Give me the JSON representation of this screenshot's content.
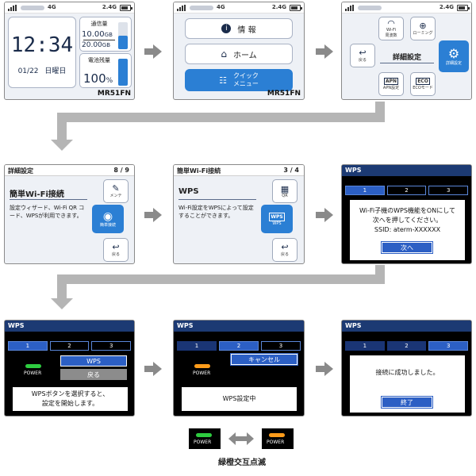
{
  "model": "MR51FN",
  "status": {
    "network": "4G",
    "band": "2.4G"
  },
  "home": {
    "time": "12:34",
    "date": "01/22",
    "weekday": "日曜日",
    "data_label": "通信量",
    "data_used": "10.00",
    "data_used_unit": "GB",
    "data_total": "20.00",
    "data_total_unit": "GB",
    "battery_label": "電池残量",
    "battery_value": "100",
    "battery_unit": "%"
  },
  "menu": {
    "info": "情 報",
    "home": "ホーム",
    "quick_line1": "クイック",
    "quick_line2": "メニュー"
  },
  "detail": {
    "center": "詳細設定",
    "wifi_line1": "Wi-Fi",
    "wifi_line2": "周波数",
    "roaming": "ローミング",
    "back": "戻る",
    "detail_btn": "詳細設定",
    "apn": "APN設定",
    "eco": "ECOモード",
    "eco_badge": "ECO",
    "apn_badge": "APN"
  },
  "wifi_easy": {
    "title": "詳細設定",
    "page": "8 / 9",
    "heading": "簡単Wi-Fi接続",
    "desc": "設定ウィザード、Wi-Fi QR コード、WPSが利用できます。",
    "maint": "メンテ",
    "easy": "簡単接続",
    "back": "戻る"
  },
  "wps_intro": {
    "title": "簡単Wi-Fi接続",
    "page": "3 / 4",
    "heading": "WPS",
    "desc": "Wi-Fi設定をWPSによって設定することができます。",
    "qr": "QR",
    "wps": "WPS",
    "wps_badge": "WPS",
    "back": "戻る"
  },
  "wps1": {
    "title": "WPS",
    "steps": [
      "1",
      "2",
      "3"
    ],
    "line1": "Wi-Fi子機のWPS機能をONにして",
    "line2": "次へを押してください。",
    "line3": "SSID: aterm-XXXXXX",
    "next": "次へ"
  },
  "wps2": {
    "title": "WPS",
    "steps": [
      "1",
      "2",
      "3"
    ],
    "power": "POWER",
    "wps_btn": "WPS",
    "back_btn": "戻る",
    "line1": "WPSボタンを選択すると、",
    "line2": "設定を開始します。"
  },
  "wps3": {
    "title": "WPS",
    "steps": [
      "1",
      "2",
      "3"
    ],
    "power": "POWER",
    "cancel": "キャンセル",
    "status": "WPS設定中"
  },
  "wps4": {
    "title": "WPS",
    "steps": [
      "1",
      "2",
      "3"
    ],
    "success": "接続に成功しました。",
    "done": "終了"
  },
  "legend": {
    "power_green": "POWER",
    "power_orange": "POWER",
    "caption": "緑橙交互点滅"
  },
  "colors": {
    "accent": "#2b7fd4",
    "led_green": "#2ecc40",
    "led_orange": "#ff9c1a",
    "step_active": "#2c5fc4",
    "title_dark": "#1c3a73"
  }
}
